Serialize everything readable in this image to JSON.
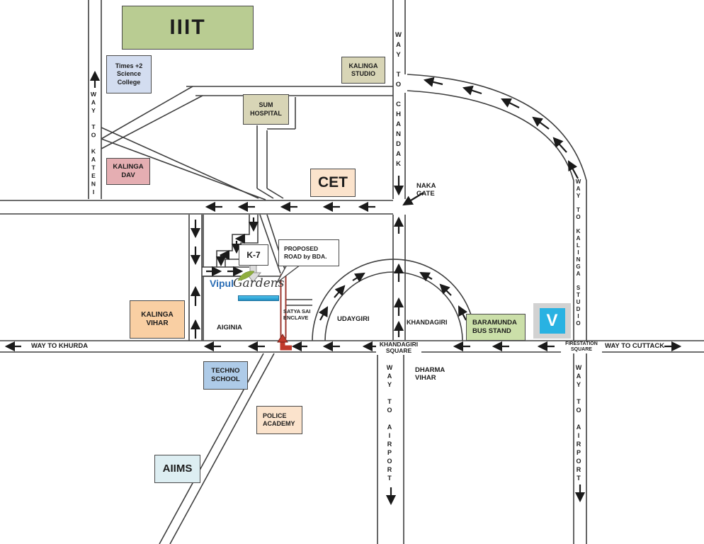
{
  "places": {
    "iiit": "IIIT",
    "times_science_college": "Times +2\nScience\nCollege",
    "kalinga_studio": "KALINGA\nSTUDIO",
    "sum_hospital": "SUM\nHOSPITAL",
    "kalinga_dav": "KALINGA\nDAV",
    "cet": "CET",
    "k7": "K-7",
    "proposed_road_note": "PROPOSED\nROAD by BDA.",
    "kalinga_vihar": "KALINGA\nVIHAR",
    "baramunda_bus_stand": "BARAMUNDA\nBUS STAND",
    "techno_school": "TECHNO\nSCHOOL",
    "police_academy": "POLICE\nACADEMY",
    "aiims": "AIIMS",
    "naka_gate": "NAKA\nGATE",
    "satya_sai_enclave": "SATYA SAI\nENCLAVE",
    "aiginia": "AIGINIA",
    "udaygiri": "UDAYGIRI",
    "khandagiri": "KHANDAGIRI",
    "dharma_vihar": "DHARMA\nVIHAR"
  },
  "roads": {
    "way_to_kateni": "WAY TO KATENI",
    "way_to_chandak": "WAY TO CHANDAK",
    "way_to_kalinga_studio": "WAY TO KALINGA STUDIO",
    "way_to_airport_center": "WAY TO AIRPORT",
    "way_to_airport_right": "WAY TO AIRPORT",
    "way_to_khurda": "WAY TO KHURDA",
    "way_to_cuttack": "WAY TO CUTTACK",
    "khandagiri_square": "KHANDAGIRI\nSQUARE",
    "firestation_square": "FIRESTATION\nSQUARE"
  },
  "logo": {
    "name_primary": "Vipul",
    "name_secondary": "Gardens",
    "badge_letter": "V"
  },
  "colors": {
    "box_green": "#b9cc92",
    "box_blue": "#d3ddf0",
    "box_tan": "#d8d5b6",
    "box_pink": "#e5aeb2",
    "box_cream": "#fbe3cc",
    "box_orange": "#f9cfa3",
    "box_green2": "#cbdfa9",
    "box_blue2": "#aecbe8",
    "box_paleblue": "#ddeef2",
    "proposed_road_red": "#9c3a30",
    "logo_blue": "#29b2e2",
    "road_line": "#3f3f3f"
  }
}
